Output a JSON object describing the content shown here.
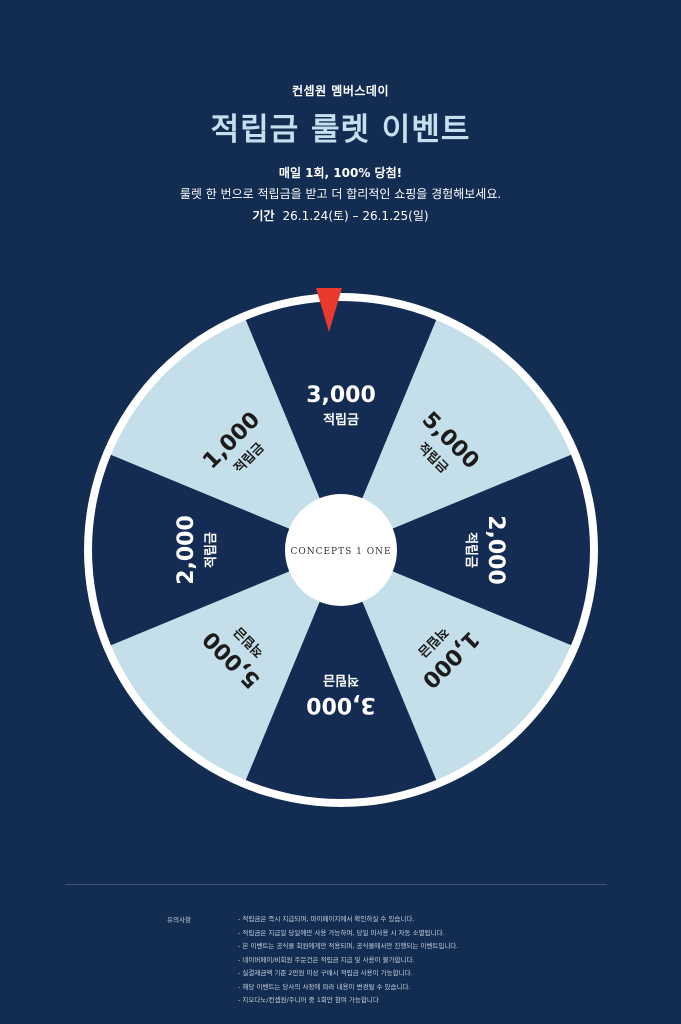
{
  "header": {
    "brand": "컨셉원 멤버스데이",
    "title": "적립금 룰렛 이벤트",
    "headline": "매일 1회, 100% 당첨!",
    "description": "룰렛 한 번으로 적립금을 받고 더 합리적인 쇼핑을 경험해보세요.",
    "period_label": "기간",
    "period_value": "26.1.24(토)  – 26.1.25(일)"
  },
  "wheel": {
    "logo": "CONCEPTS 1 ONE",
    "unit": "적립금",
    "colors": {
      "dark": "#142c54",
      "light": "#c5dfea",
      "ring": "#ffffff",
      "pointer": "#ea3a2e"
    },
    "segments": [
      {
        "amount": "3,000",
        "label": "적립금",
        "tone": "dark"
      },
      {
        "amount": "5,000",
        "label": "적립금",
        "tone": "light"
      },
      {
        "amount": "2,000",
        "label": "적립금",
        "tone": "dark"
      },
      {
        "amount": "1,000",
        "label": "적립금",
        "tone": "light"
      },
      {
        "amount": "3,000",
        "label": "적립금",
        "tone": "dark"
      },
      {
        "amount": "5,000",
        "label": "적립금",
        "tone": "light"
      },
      {
        "amount": "2,000",
        "label": "적립금",
        "tone": "dark"
      },
      {
        "amount": "1,000",
        "label": "적립금",
        "tone": "light"
      }
    ]
  },
  "notes": {
    "label": "유의사항",
    "items": [
      "적립금은 즉시 지급되며, 마이페이지에서 확인하실 수 있습니다.",
      "적립금은 지급일 당일에만 사용 가능하며, 당일 미사용 시 자동 소멸됩니다.",
      "본 이벤트는 공식몰 회원에게만 적용되며, 공식몰에서만 진행되는 이벤트입니다.",
      "네이버페이/비회원 주문건은 적립금 지급 및 사용이 불가합니다.",
      "실결제금액 기준 2만원 이상 구매시 적립금 사용이 가능합니다.",
      "해당 이벤트는 당사의 사정에 따라 내용이 변경될 수 있습니다.",
      "지오다노/컨셉원/주니어 중 1회만 참여 가능합니다"
    ]
  }
}
